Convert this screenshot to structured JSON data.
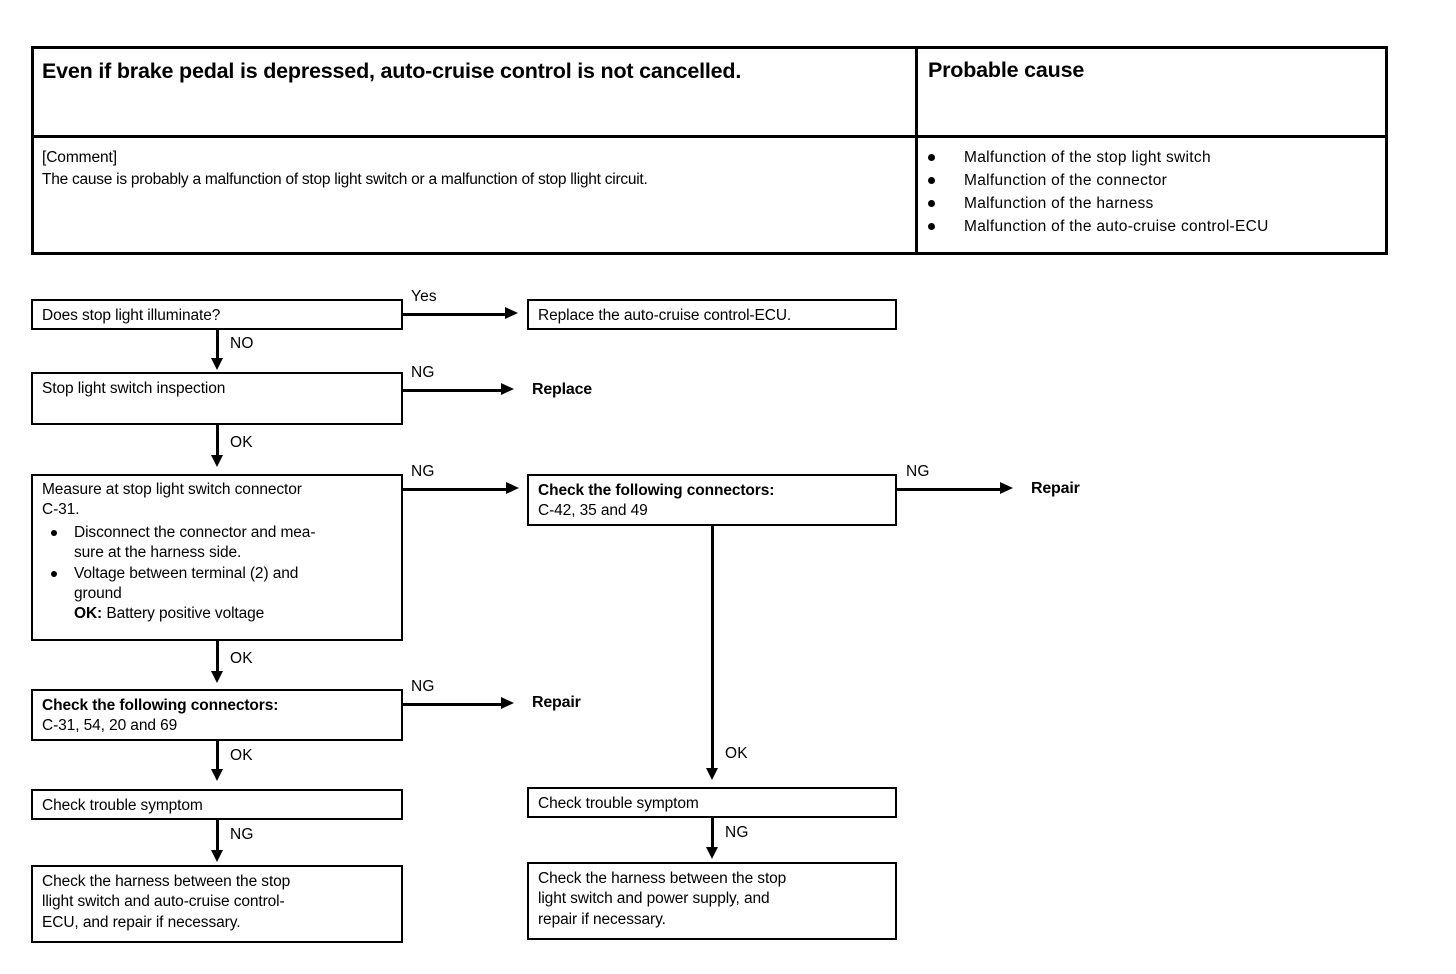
{
  "symptom_table": {
    "symptom_title": "Even if brake pedal is depressed, auto-cruise control is not cancelled.",
    "probable_cause_title": "Probable cause",
    "comment_head": "[Comment]",
    "comment_body": "The cause is probably a malfunction of stop light switch or a malfunction of stop llight circuit.",
    "causes": [
      "Malfunction of the stop light switch",
      "Malfunction of the connector",
      "Malfunction of the harness",
      "Malfunction of the auto-cruise control-ECU"
    ]
  },
  "flowchart": {
    "nodes": {
      "does_stop_light": "Does stop light illuminate?",
      "replace_ecu": "Replace the auto-cruise control-ECU.",
      "switch_inspection": "Stop light switch inspection",
      "replace_label": "Replace",
      "measure_title_l1": "Measure at stop light switch connector",
      "measure_title_l2": "C-31.",
      "measure_b1_l1": "Disconnect the connector and mea-",
      "measure_b1_l2": "sure at the harness side.",
      "measure_b2_l1": "Voltage between terminal (2) and",
      "measure_b2_l2": "ground",
      "measure_b2_ok_bold": "OK:",
      "measure_b2_ok_rest": "Battery positive voltage",
      "connectors_right_l1": "Check the following connectors:",
      "connectors_right_l2": "C-42, 35 and 49",
      "repair_right_label": "Repair",
      "connectors_left_l1": "Check the following connectors:",
      "connectors_left_l2": "C-31, 54, 20 and 69",
      "repair_left_label": "Repair",
      "symptom_left": "Check trouble symptom",
      "symptom_right": "Check trouble symptom",
      "harness_left_l1": "Check the harness between the stop",
      "harness_left_l2": "llight switch and auto-cruise control-",
      "harness_left_l3": "ECU, and repair if necessary.",
      "harness_right_l1": "Check  the harness between the stop",
      "harness_right_l2": "light switch and power supply, and",
      "harness_right_l3": "repair if necessary."
    },
    "edge_labels": {
      "yes": "Yes",
      "no": "NO",
      "ng_inspection": "NG",
      "ok_inspection": "OK",
      "ng_measure": "NG",
      "ng_right_connectors": "NG",
      "ok_measure": "OK",
      "ng_left_connectors": "NG",
      "ok_left_connectors": "OK",
      "ok_right_branch": "OK",
      "ng_symptom_left": "NG",
      "ng_symptom_right": "NG"
    }
  },
  "colors": {
    "ink": "#000000",
    "paper": "#ffffff"
  }
}
